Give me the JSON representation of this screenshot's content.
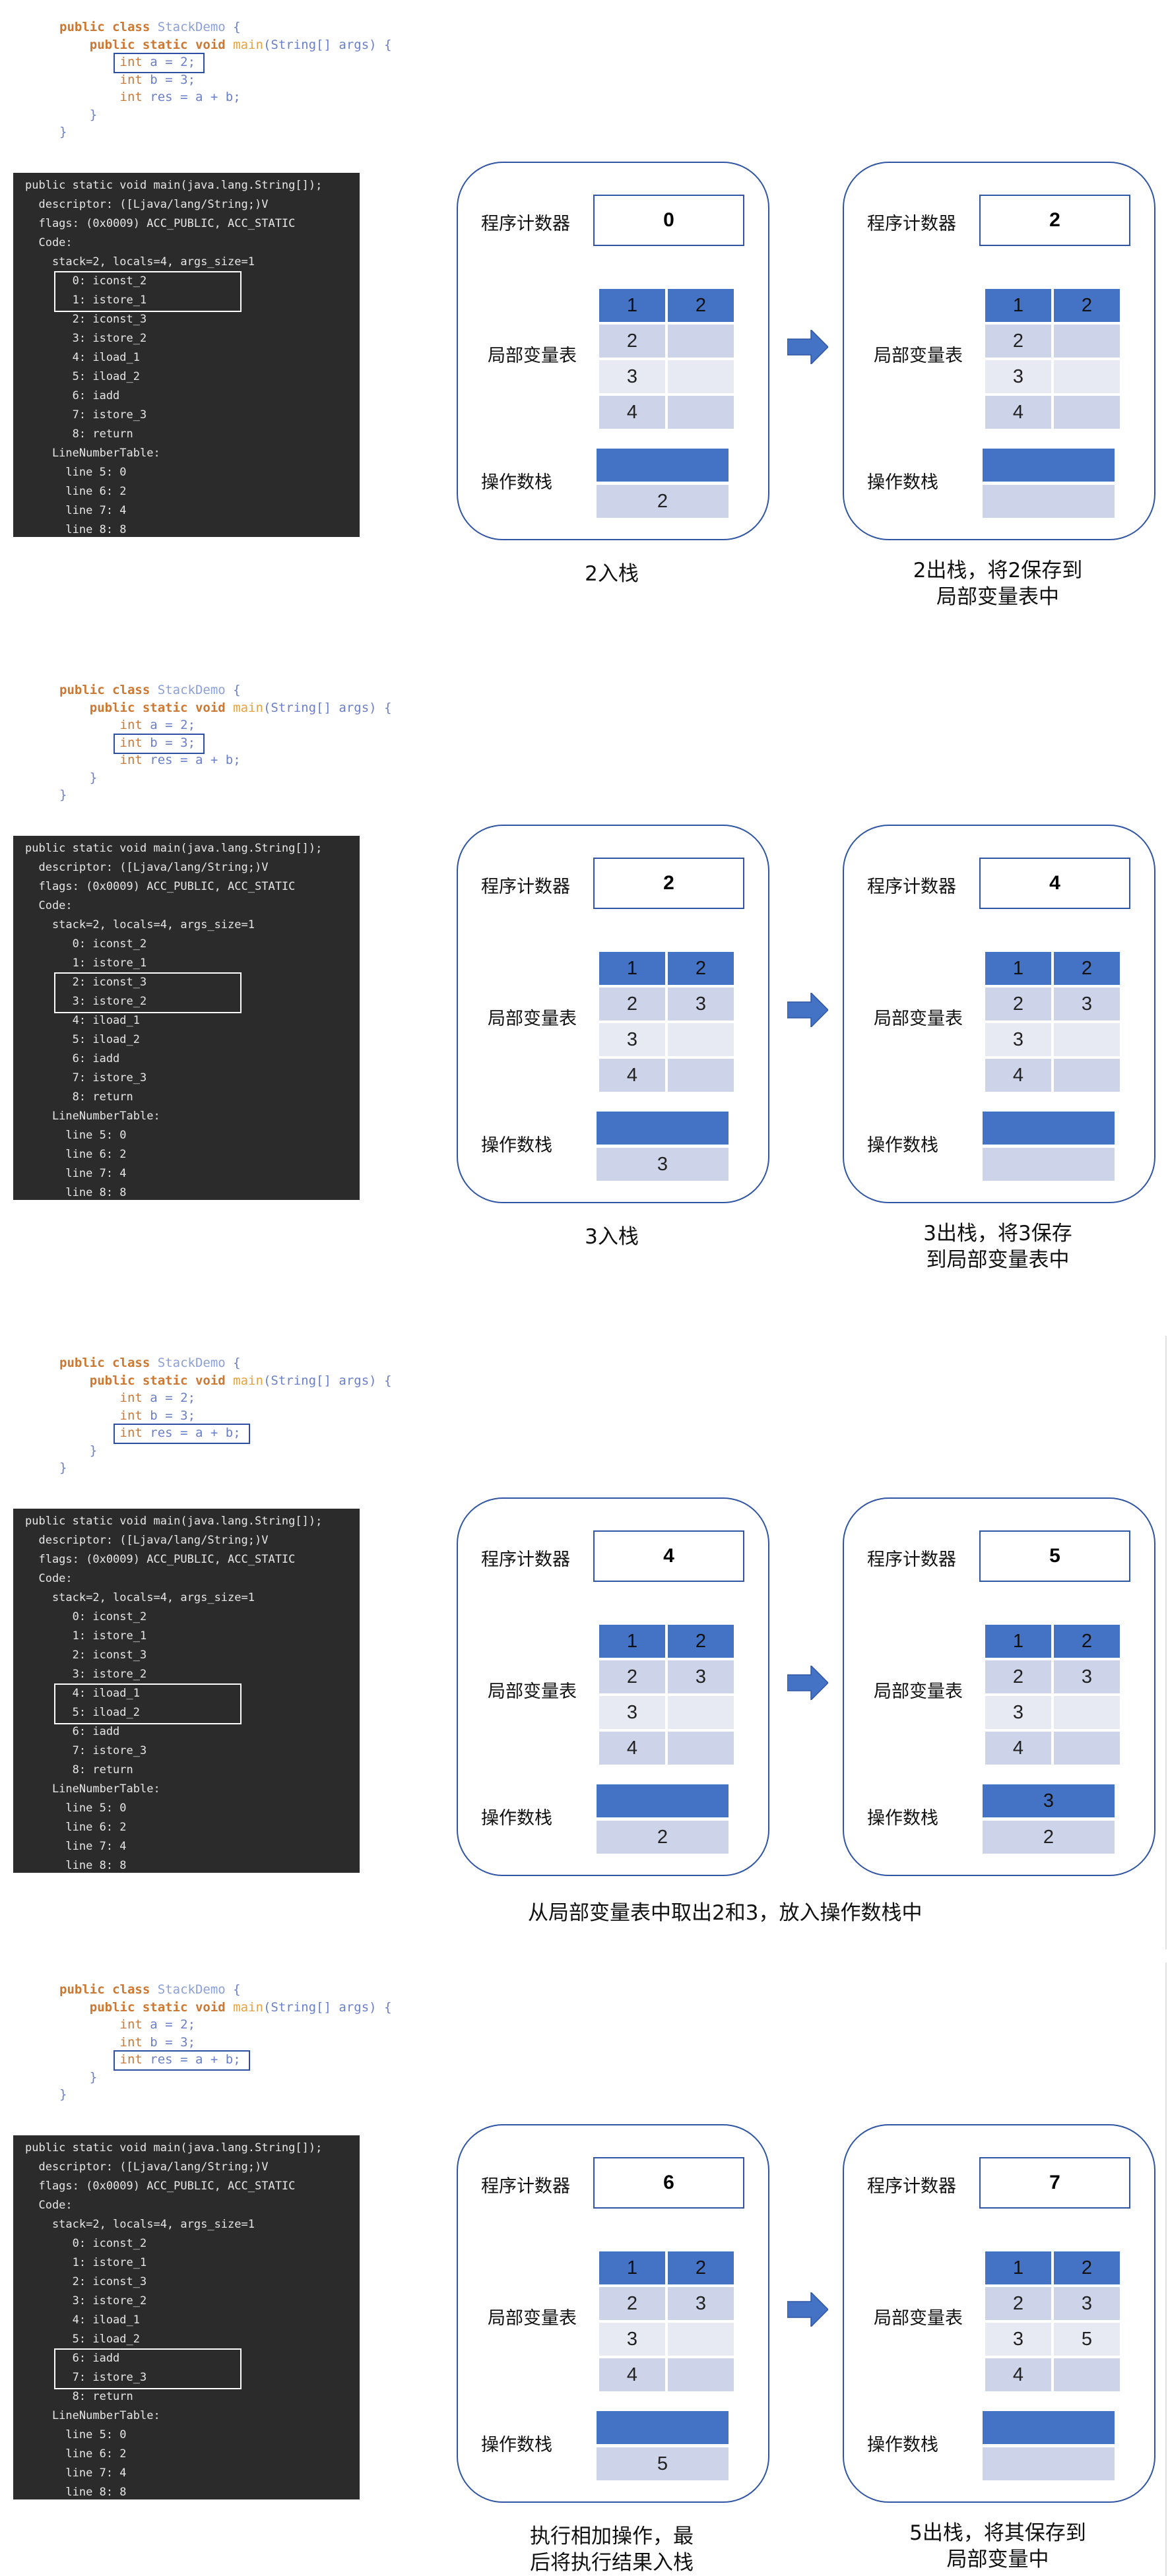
{
  "code_lines": [
    "public class StackDemo {",
    "    public static void main(String[] args) {",
    "        int a = 2;",
    "        int b = 3;",
    "        int res = a + b;",
    "    }",
    "}"
  ],
  "bytecode_lines": [
    "public static void main(java.lang.String[]);",
    "  descriptor: ([Ljava/lang/String;)V",
    "  flags: (0x0009) ACC_PUBLIC, ACC_STATIC",
    "  Code:",
    "    stack=2, locals=4, args_size=1",
    "       0: iconst_2",
    "       1: istore_1",
    "       2: iconst_3",
    "       3: istore_2",
    "       4: iload_1",
    "       5: iload_2",
    "       6: iadd",
    "       7: istore_3",
    "       8: return",
    "    LineNumberTable:",
    "      line 5: 0",
    "      line 6: 2",
    "      line 7: 4",
    "      line 8: 8"
  ],
  "labels": {
    "pc": "程序计数器",
    "locals": "局部变量表",
    "stack": "操作数栈"
  },
  "sections": [
    {
      "code_highlight_line": 2,
      "bytecode_highlight": [
        5,
        6
      ],
      "before": {
        "pc": "0",
        "locals": [
          [
            "1",
            "2"
          ],
          [
            "2",
            ""
          ],
          [
            "3",
            ""
          ],
          [
            "4",
            ""
          ]
        ],
        "stack_top": "",
        "stack_bottom": "2"
      },
      "after": {
        "pc": "2",
        "locals": [
          [
            "1",
            "2"
          ],
          [
            "2",
            ""
          ],
          [
            "3",
            ""
          ],
          [
            "4",
            ""
          ]
        ],
        "stack_top": "",
        "stack_bottom": ""
      },
      "caption_left": "2入栈",
      "caption_right": "2出栈，将2保存到\n局部变量表中",
      "caption_center": ""
    },
    {
      "code_highlight_line": 3,
      "bytecode_highlight": [
        7,
        8
      ],
      "before": {
        "pc": "2",
        "locals": [
          [
            "1",
            "2"
          ],
          [
            "2",
            "3"
          ],
          [
            "3",
            ""
          ],
          [
            "4",
            ""
          ]
        ],
        "stack_top": "",
        "stack_bottom": "3"
      },
      "after": {
        "pc": "4",
        "locals": [
          [
            "1",
            "2"
          ],
          [
            "2",
            "3"
          ],
          [
            "3",
            ""
          ],
          [
            "4",
            ""
          ]
        ],
        "stack_top": "",
        "stack_bottom": ""
      },
      "caption_left": "3入栈",
      "caption_right": "3出栈，将3保存\n到局部变量表中",
      "caption_center": ""
    },
    {
      "code_highlight_line": 4,
      "bytecode_highlight": [
        9,
        10
      ],
      "before": {
        "pc": "4",
        "locals": [
          [
            "1",
            "2"
          ],
          [
            "2",
            "3"
          ],
          [
            "3",
            ""
          ],
          [
            "4",
            ""
          ]
        ],
        "stack_top": "",
        "stack_bottom": "2"
      },
      "after": {
        "pc": "5",
        "locals": [
          [
            "1",
            "2"
          ],
          [
            "2",
            "3"
          ],
          [
            "3",
            ""
          ],
          [
            "4",
            ""
          ]
        ],
        "stack_top": "3",
        "stack_bottom": "2"
      },
      "caption_left": "",
      "caption_right": "",
      "caption_center": "从局部变量表中取出2和3，放入操作数栈中"
    },
    {
      "code_highlight_line": 4,
      "bytecode_highlight": [
        11,
        12
      ],
      "before": {
        "pc": "6",
        "locals": [
          [
            "1",
            "2"
          ],
          [
            "2",
            "3"
          ],
          [
            "3",
            ""
          ],
          [
            "4",
            ""
          ]
        ],
        "stack_top": "",
        "stack_bottom": "5"
      },
      "after": {
        "pc": "7",
        "locals": [
          [
            "1",
            "2"
          ],
          [
            "2",
            "3"
          ],
          [
            "3",
            "5"
          ],
          [
            "4",
            ""
          ]
        ],
        "stack_top": "",
        "stack_bottom": ""
      },
      "caption_left": "执行相加操作，最\n后将执行结果入栈",
      "caption_right": "5出栈，将其保存到\n局部变量中",
      "caption_center": ""
    }
  ],
  "colors": {
    "frame_border": "#2f55a4",
    "header_cell": "#4472c4",
    "cell_light": "#cdd3e8",
    "cell_lighter": "#e7e9f3",
    "panel_bg": "#2b2b2b",
    "arrow": "#4472c4"
  }
}
